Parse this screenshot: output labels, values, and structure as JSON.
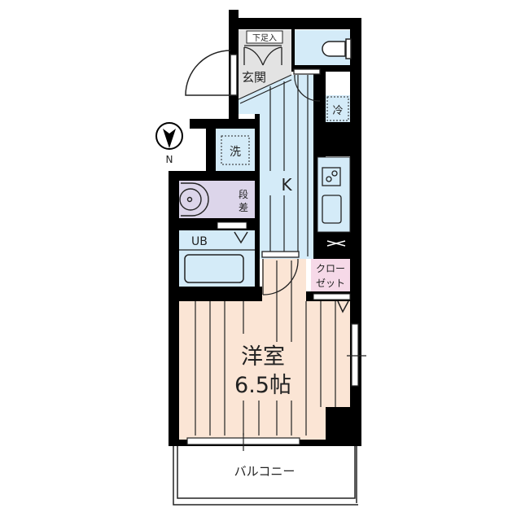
{
  "compass": {
    "label": "N",
    "icon": "north-arrow-icon"
  },
  "rooms": {
    "entrance": {
      "label": "玄関",
      "color": "#e3e3e3"
    },
    "shoe_storage": {
      "label": "下足入"
    },
    "kitchen": {
      "label": "K",
      "color": "#d4ebf8"
    },
    "refrigerator": {
      "label": "冷"
    },
    "washer": {
      "label": "洗"
    },
    "washroom": {
      "label_line1": "段",
      "label_line2": "差",
      "color": "#dcd5ea"
    },
    "bath": {
      "label": "UB",
      "color": "#d4ebf8"
    },
    "closet": {
      "label_line1": "クロー",
      "label_line2": "ゼット",
      "color": "#f6d9e8"
    },
    "western_room": {
      "label_line1": "洋室",
      "label_line2": "6.5帖",
      "color": "#fbe5d5"
    },
    "balcony": {
      "label": "バルコニー"
    }
  },
  "colors": {
    "wall": "#000000",
    "line": "#222222"
  }
}
